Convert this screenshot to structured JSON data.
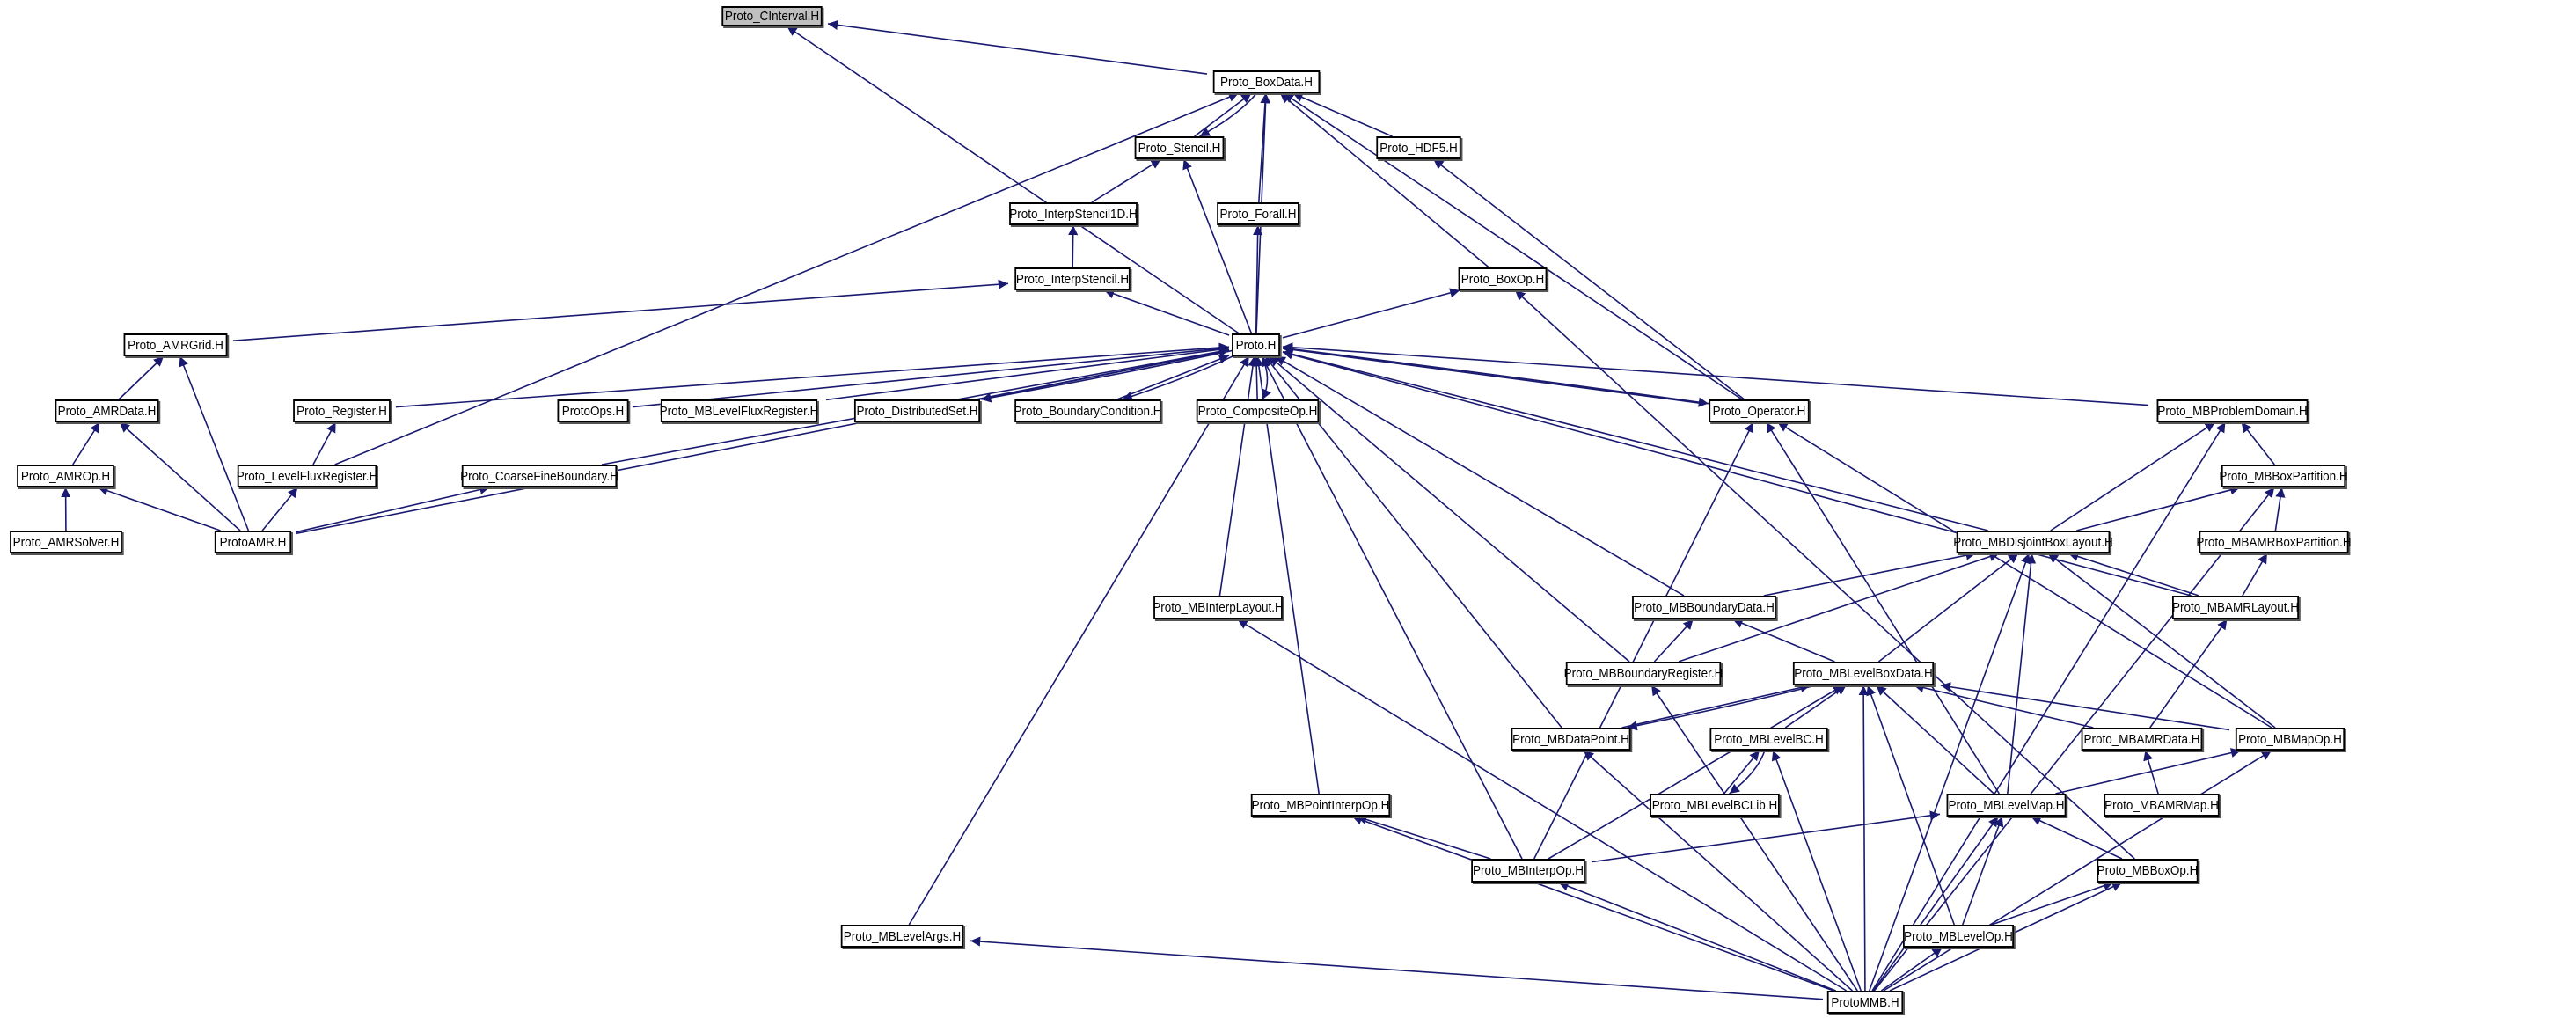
{
  "title": "Include dependency graph for Proto_CInterval.H",
  "colors": {
    "edge": "#191970",
    "root_fill": "#bfbfbf",
    "node_fill": "#ffffff"
  },
  "root": "Proto_CInterval.H",
  "nodes": [
    {
      "id": "cinterval",
      "label": "Proto_CInterval.H",
      "root": true
    },
    {
      "id": "boxdata",
      "label": "Proto_BoxData.H"
    },
    {
      "id": "stencil",
      "label": "Proto_Stencil.H"
    },
    {
      "id": "hdf5",
      "label": "Proto_HDF5.H"
    },
    {
      "id": "interpstencil1d",
      "label": "Proto_InterpStencil1D.H"
    },
    {
      "id": "forall",
      "label": "Proto_Forall.H"
    },
    {
      "id": "interpstencil",
      "label": "Proto_InterpStencil.H"
    },
    {
      "id": "boxop",
      "label": "Proto_BoxOp.H"
    },
    {
      "id": "amrgrid",
      "label": "Proto_AMRGrid.H"
    },
    {
      "id": "proto",
      "label": "Proto.H"
    },
    {
      "id": "amrdata",
      "label": "Proto_AMRData.H"
    },
    {
      "id": "register",
      "label": "Proto_Register.H"
    },
    {
      "id": "protoops",
      "label": "ProtoOps.H"
    },
    {
      "id": "mblevelfluxregister",
      "label": "Proto_MBLevelFluxRegister.H"
    },
    {
      "id": "distributedset",
      "label": "Proto_DistributedSet.H"
    },
    {
      "id": "boundarycondition",
      "label": "Proto_BoundaryCondition.H"
    },
    {
      "id": "compositeop",
      "label": "Proto_CompositeOp.H"
    },
    {
      "id": "operator",
      "label": "Proto_Operator.H"
    },
    {
      "id": "mbproblemdomain",
      "label": "Proto_MBProblemDomain.H"
    },
    {
      "id": "amrop",
      "label": "Proto_AMROp.H"
    },
    {
      "id": "levelfluxregister",
      "label": "Proto_LevelFluxRegister.H"
    },
    {
      "id": "coarsefineboundary",
      "label": "Proto_CoarseFineBoundary.H"
    },
    {
      "id": "mbboxpartition",
      "label": "Proto_MBBoxPartition.H"
    },
    {
      "id": "amrsolver",
      "label": "Proto_AMRSolver.H"
    },
    {
      "id": "protoamr",
      "label": "ProtoAMR.H"
    },
    {
      "id": "mbdisjointboxlayout",
      "label": "Proto_MBDisjointBoxLayout.H"
    },
    {
      "id": "mbamrboxpartition",
      "label": "Proto_MBAMRBoxPartition.H"
    },
    {
      "id": "mbinterplayout",
      "label": "Proto_MBInterpLayout.H"
    },
    {
      "id": "mbboundarydata",
      "label": "Proto_MBBoundaryData.H"
    },
    {
      "id": "mbamrlayout",
      "label": "Proto_MBAMRLayout.H"
    },
    {
      "id": "mbboundaryregister",
      "label": "Proto_MBBoundaryRegister.H"
    },
    {
      "id": "mblevelboxdata",
      "label": "Proto_MBLevelBoxData.H"
    },
    {
      "id": "mbdatapoint",
      "label": "Proto_MBDataPoint.H"
    },
    {
      "id": "mblevelbc",
      "label": "Proto_MBLevelBC.H"
    },
    {
      "id": "mbamrdata",
      "label": "Proto_MBAMRData.H"
    },
    {
      "id": "mbmapop",
      "label": "Proto_MBMapOp.H"
    },
    {
      "id": "mbpointinterpop",
      "label": "Proto_MBPointInterpOp.H"
    },
    {
      "id": "mblevelbclib",
      "label": "Proto_MBLevelBCLib.H"
    },
    {
      "id": "mblevelmap",
      "label": "Proto_MBLevelMap.H"
    },
    {
      "id": "mbamrmap",
      "label": "Proto_MBAMRMap.H"
    },
    {
      "id": "mbinterpop",
      "label": "Proto_MBInterpOp.H"
    },
    {
      "id": "mbboxop",
      "label": "Proto_MBBoxOp.H"
    },
    {
      "id": "mblevelargs",
      "label": "Proto_MBLevelArgs.H"
    },
    {
      "id": "mblevelop",
      "label": "Proto_MBLevelOp.H"
    },
    {
      "id": "protommb",
      "label": "ProtoMMB.H"
    }
  ],
  "edges": [
    [
      "boxdata",
      "cinterval"
    ],
    [
      "proto",
      "cinterval"
    ],
    [
      "stencil",
      "boxdata"
    ],
    [
      "boxdata",
      "stencil"
    ],
    [
      "forall",
      "boxdata"
    ],
    [
      "hdf5",
      "boxdata"
    ],
    [
      "boxop",
      "boxdata"
    ],
    [
      "proto",
      "boxdata"
    ],
    [
      "levelfluxregister",
      "boxdata"
    ],
    [
      "operator",
      "boxdata"
    ],
    [
      "interpstencil1d",
      "stencil"
    ],
    [
      "proto",
      "stencil"
    ],
    [
      "interpstencil",
      "interpstencil1d"
    ],
    [
      "proto",
      "forall"
    ],
    [
      "operator",
      "hdf5"
    ],
    [
      "proto",
      "interpstencil"
    ],
    [
      "amrgrid",
      "interpstencil"
    ],
    [
      "proto",
      "boxop"
    ],
    [
      "mbboxop",
      "boxop"
    ],
    [
      "amrdata",
      "amrgrid"
    ],
    [
      "protoamr",
      "amrgrid"
    ],
    [
      "amrop",
      "amrdata"
    ],
    [
      "protoamr",
      "amrdata"
    ],
    [
      "amrsolver",
      "amrop"
    ],
    [
      "protoamr",
      "amrop"
    ],
    [
      "levelfluxregister",
      "register"
    ],
    [
      "protoamr",
      "levelfluxregister"
    ],
    [
      "protoamr",
      "coarsefineboundary"
    ],
    [
      "register",
      "proto"
    ],
    [
      "protoops",
      "proto"
    ],
    [
      "mblevelfluxregister",
      "proto"
    ],
    [
      "distributedset",
      "proto"
    ],
    [
      "proto",
      "distributedset"
    ],
    [
      "boundarycondition",
      "proto"
    ],
    [
      "proto",
      "boundarycondition"
    ],
    [
      "compositeop",
      "proto"
    ],
    [
      "proto",
      "compositeop"
    ],
    [
      "operator",
      "proto"
    ],
    [
      "proto",
      "operator"
    ],
    [
      "mbproblemdomain",
      "proto"
    ],
    [
      "protoamr",
      "proto"
    ],
    [
      "coarsefineboundary",
      "proto"
    ],
    [
      "mblevelargs",
      "proto"
    ],
    [
      "mbinterplayout",
      "proto"
    ],
    [
      "mbpointinterpop",
      "proto"
    ],
    [
      "mbdisjointboxlayout",
      "proto"
    ],
    [
      "mbboundarydata",
      "proto"
    ],
    [
      "mbboundaryregister",
      "proto"
    ],
    [
      "mbdatapoint",
      "proto"
    ],
    [
      "mbinterpop",
      "proto"
    ],
    [
      "mbamrlayout",
      "proto"
    ],
    [
      "mbinterpop",
      "operator"
    ],
    [
      "mblevelmap",
      "operator"
    ],
    [
      "mbmapop",
      "operator"
    ],
    [
      "mbdisjointboxlayout",
      "mbproblemdomain"
    ],
    [
      "mbboxpartition",
      "mbproblemdomain"
    ],
    [
      "protommb",
      "mbproblemdomain"
    ],
    [
      "mbdisjointboxlayout",
      "mbboxpartition"
    ],
    [
      "mbamrboxpartition",
      "mbboxpartition"
    ],
    [
      "protommb",
      "mbboxpartition"
    ],
    [
      "mbboundarydata",
      "mbdisjointboxlayout"
    ],
    [
      "mbboundaryregister",
      "mbdisjointboxlayout"
    ],
    [
      "mblevelboxdata",
      "mbdisjointboxlayout"
    ],
    [
      "mblevelmap",
      "mbdisjointboxlayout"
    ],
    [
      "mbmapop",
      "mbdisjointboxlayout"
    ],
    [
      "mbamrlayout",
      "mbdisjointboxlayout"
    ],
    [
      "protommb",
      "mbdisjointboxlayout"
    ],
    [
      "mbamrlayout",
      "mbamrboxpartition"
    ],
    [
      "protommb",
      "mbinterplayout"
    ],
    [
      "mbboundaryregister",
      "mbboundarydata"
    ],
    [
      "mblevelboxdata",
      "mbboundarydata"
    ],
    [
      "mbamrdata",
      "mbamrlayout"
    ],
    [
      "protommb",
      "mbboundaryregister"
    ],
    [
      "mbdatapoint",
      "mblevelboxdata"
    ],
    [
      "mblevelboxdata",
      "mbdatapoint"
    ],
    [
      "mblevelbc",
      "mblevelboxdata"
    ],
    [
      "mbamrdata",
      "mblevelboxdata"
    ],
    [
      "mbmapop",
      "mblevelboxdata"
    ],
    [
      "mblevelmap",
      "mblevelboxdata"
    ],
    [
      "mbinterpop",
      "mblevelboxdata"
    ],
    [
      "mblevelop",
      "mblevelboxdata"
    ],
    [
      "protommb",
      "mblevelboxdata"
    ],
    [
      "protommb",
      "mbdatapoint"
    ],
    [
      "mblevelbclib",
      "mblevelbc"
    ],
    [
      "mblevelbc",
      "mblevelbclib"
    ],
    [
      "protommb",
      "mblevelbc"
    ],
    [
      "mbamrmap",
      "mbamrdata"
    ],
    [
      "mblevelmap",
      "mbmapop"
    ],
    [
      "protommb",
      "mbmapop"
    ],
    [
      "mbinterpop",
      "mbpointinterpop"
    ],
    [
      "protommb",
      "mbpointinterpop"
    ],
    [
      "mbinterpop",
      "mblevelmap"
    ],
    [
      "mbboxop",
      "mblevelmap"
    ],
    [
      "mblevelop",
      "mblevelmap"
    ],
    [
      "protommb",
      "mblevelmap"
    ],
    [
      "protommb",
      "mbinterpop"
    ],
    [
      "mblevelop",
      "mbboxop"
    ],
    [
      "protommb",
      "mbboxop"
    ],
    [
      "protommb",
      "mblevelargs"
    ],
    [
      "protommb",
      "mblevelop"
    ]
  ]
}
